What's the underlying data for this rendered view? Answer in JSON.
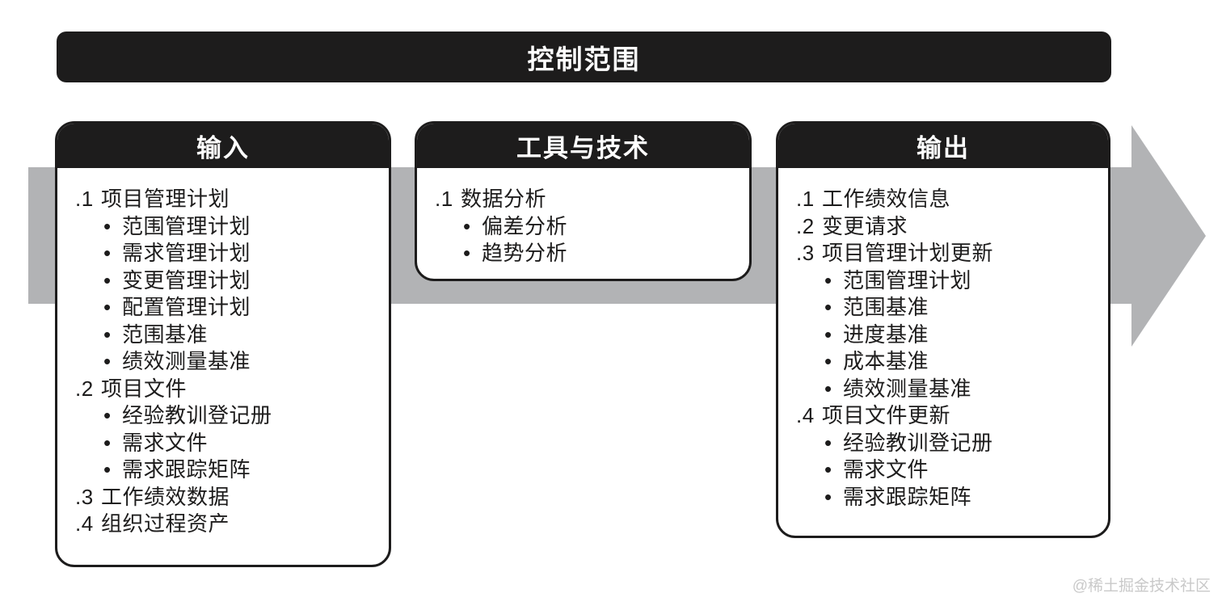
{
  "title": "控制范围",
  "columns": [
    {
      "header": "输入",
      "items": [
        {
          "num": ".1",
          "label": "项目管理计划",
          "sub": [
            "范围管理计划",
            "需求管理计划",
            "变更管理计划",
            "配置管理计划",
            "范围基准",
            "绩效测量基准"
          ]
        },
        {
          "num": ".2",
          "label": "项目文件",
          "sub": [
            "经验教训登记册",
            "需求文件",
            "需求跟踪矩阵"
          ]
        },
        {
          "num": ".3",
          "label": "工作绩效数据"
        },
        {
          "num": ".4",
          "label": "组织过程资产"
        }
      ]
    },
    {
      "header": "工具与技术",
      "items": [
        {
          "num": ".1",
          "label": "数据分析",
          "sub": [
            "偏差分析",
            "趋势分析"
          ]
        }
      ]
    },
    {
      "header": "输出",
      "items": [
        {
          "num": ".1",
          "label": "工作绩效信息"
        },
        {
          "num": ".2",
          "label": "变更请求"
        },
        {
          "num": ".3",
          "label": "项目管理计划更新",
          "sub": [
            "范围管理计划",
            "范围基准",
            "进度基准",
            "成本基准",
            "绩效测量基准"
          ]
        },
        {
          "num": ".4",
          "label": "项目文件更新",
          "sub": [
            "经验教训登记册",
            "需求文件",
            "需求跟踪矩阵"
          ]
        }
      ]
    }
  ],
  "bullet_glyph": "•",
  "watermark": "@稀土掘金技术社区",
  "colors": {
    "ink": "#1d1c1c",
    "band": "#b2b3b5",
    "watermark": "#c9c9c9"
  }
}
